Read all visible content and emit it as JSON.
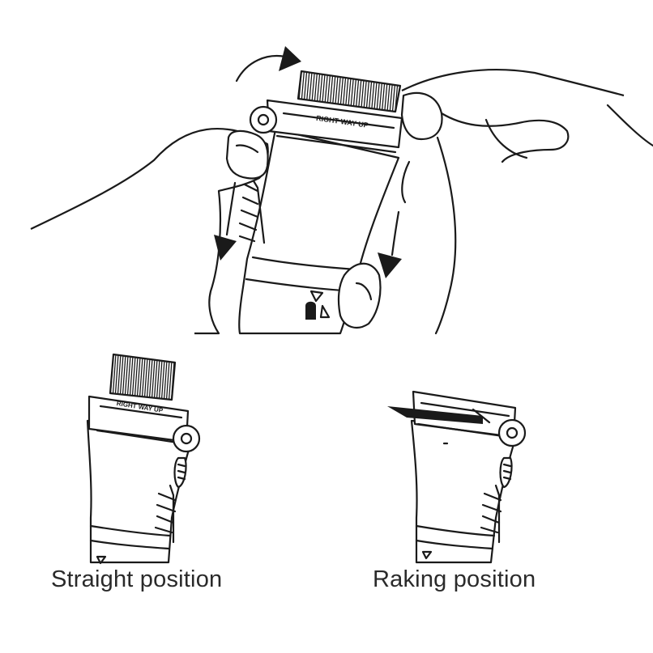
{
  "top_illustration": {
    "comb_label": "RIGHT WAY UP"
  },
  "straight": {
    "comb_label": "RIGHT WAY UP",
    "caption": "Straight position"
  },
  "raking": {
    "caption": "Raking position"
  },
  "colors": {
    "line": "#1a1a1a",
    "background": "#ffffff",
    "caption": "#2a2a2a"
  }
}
